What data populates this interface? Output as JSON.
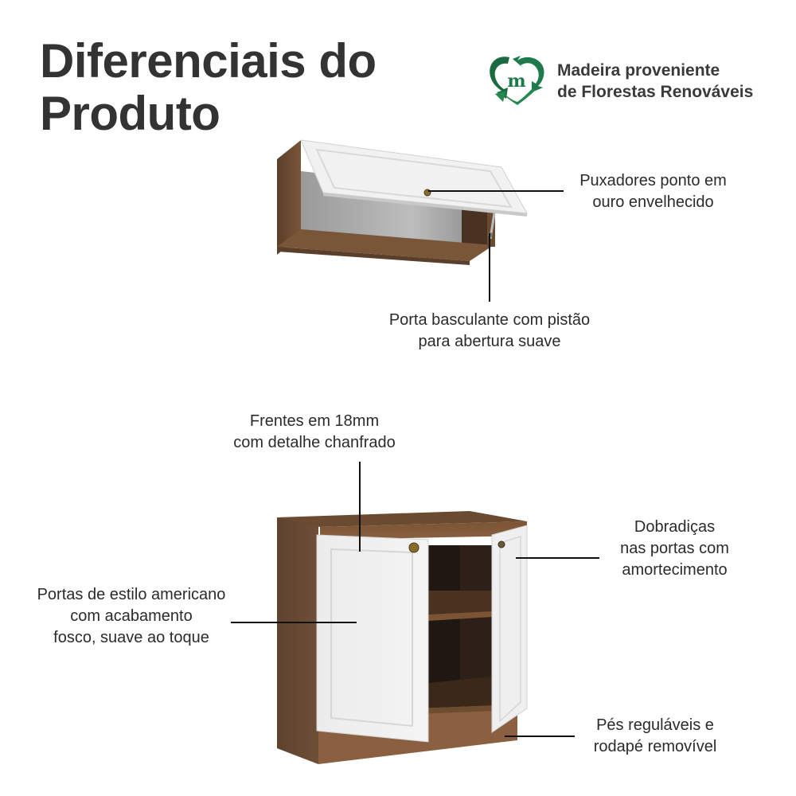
{
  "header": {
    "title_lines": [
      "Diferenciais do",
      "Produto"
    ]
  },
  "badge": {
    "icon": "recycle-heart-m-icon",
    "lines": [
      "Madeira proveniente",
      "de Florestas Renováveis"
    ],
    "color": "#1e7a4a"
  },
  "top_product": {
    "name": "wall-cabinet-flip-door",
    "callouts": [
      {
        "id": "handles",
        "lines": [
          "Puxadores ponto em",
          "ouro envelhecido"
        ]
      },
      {
        "id": "flip-door",
        "lines": [
          "Porta basculante com pistão",
          "para abertura suave"
        ]
      }
    ]
  },
  "bottom_product": {
    "name": "base-cabinet-two-doors",
    "callouts": [
      {
        "id": "fronts",
        "lines": [
          "Frentes em 18mm",
          "com detalhe chanfrado"
        ]
      },
      {
        "id": "doors",
        "lines": [
          "Portas de estilo americano",
          "com acabamento",
          "fosco, suave ao toque"
        ]
      },
      {
        "id": "hinges",
        "lines": [
          "Dobradiças",
          "nas portas com",
          "amortecimento"
        ]
      },
      {
        "id": "feet",
        "lines": [
          "Pés reguláveis e",
          "rodapé removível"
        ]
      }
    ]
  },
  "colors": {
    "wood": "#6b4a30",
    "door_white": "#eeeeee",
    "text": "#2b2b2b",
    "title": "#333333"
  }
}
